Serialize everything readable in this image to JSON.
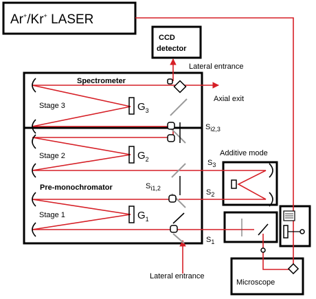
{
  "laser": {
    "prefix": "Ar",
    "sup1": "+",
    "mid": "/Kr",
    "sup2": "+",
    "suffix": " LASER"
  },
  "ccd": {
    "line1": "CCD",
    "line2": "detector"
  },
  "labels": {
    "lateral_entrance_top": "Lateral entrance",
    "lateral_entrance_bottom": "Lateral entrance",
    "axial_exit": "Axial exit",
    "additive_mode": "Additive mode",
    "spectrometer": "Spectrometer",
    "premonochromator": "Pre-monochromator",
    "microscope": "Microscope",
    "stage3": "Stage 3",
    "stage2": "Stage 2",
    "stage1": "Stage 1"
  },
  "gratings": [
    {
      "letter": "G",
      "sub": "3"
    },
    {
      "letter": "G",
      "sub": "2"
    },
    {
      "letter": "G",
      "sub": "1"
    }
  ],
  "slits": {
    "s3": {
      "letter": "S",
      "sub": "3"
    },
    "s2": {
      "letter": "S",
      "sub": "2"
    },
    "s1": {
      "letter": "S",
      "sub": "1"
    },
    "si23": {
      "letter": "S",
      "sub": "i2,3"
    },
    "si12": {
      "letter": "S",
      "sub": "i1,2"
    }
  },
  "colors": {
    "beam": "#d61f26",
    "outline": "#000000",
    "mirror_grey": "#9a9a9a"
  }
}
